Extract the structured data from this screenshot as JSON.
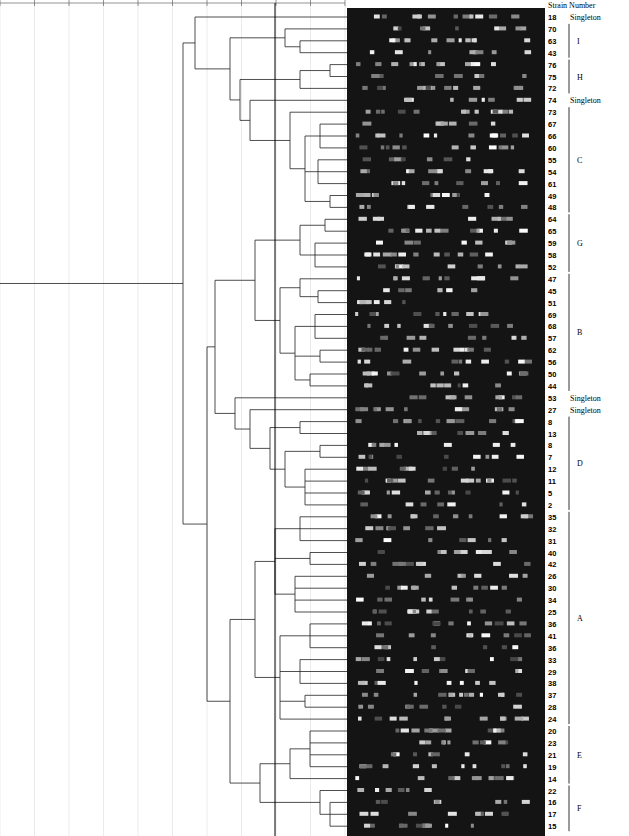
{
  "diagram": {
    "labels": [
      "Strain Number",
      "18",
      "70",
      "63",
      "43",
      "76",
      "75",
      "72",
      "74",
      "73",
      "67",
      "66",
      "60",
      "55",
      "54",
      "61",
      "49",
      "48",
      "64",
      "65",
      "59",
      "58",
      "52",
      "47",
      "45",
      "51",
      "69",
      "68",
      "57",
      "62",
      "56",
      "50",
      "44",
      "53",
      "27",
      "8",
      "13",
      "8",
      "7",
      "12",
      "11",
      "5",
      "2",
      "35",
      "32",
      "31",
      "40",
      "42",
      "26",
      "30",
      "34",
      "25",
      "36",
      "41",
      "36",
      "33",
      "29",
      "38",
      "37",
      "28",
      "24",
      "20",
      "23",
      "21",
      "19",
      "14",
      "22",
      "16",
      "17",
      "15",
      "Singleton",
      "I",
      "H",
      "Singleton",
      "C",
      "G",
      "B",
      "Singleton",
      "Singleton",
      "D",
      "A",
      "E",
      "F"
    ]
  }
}
